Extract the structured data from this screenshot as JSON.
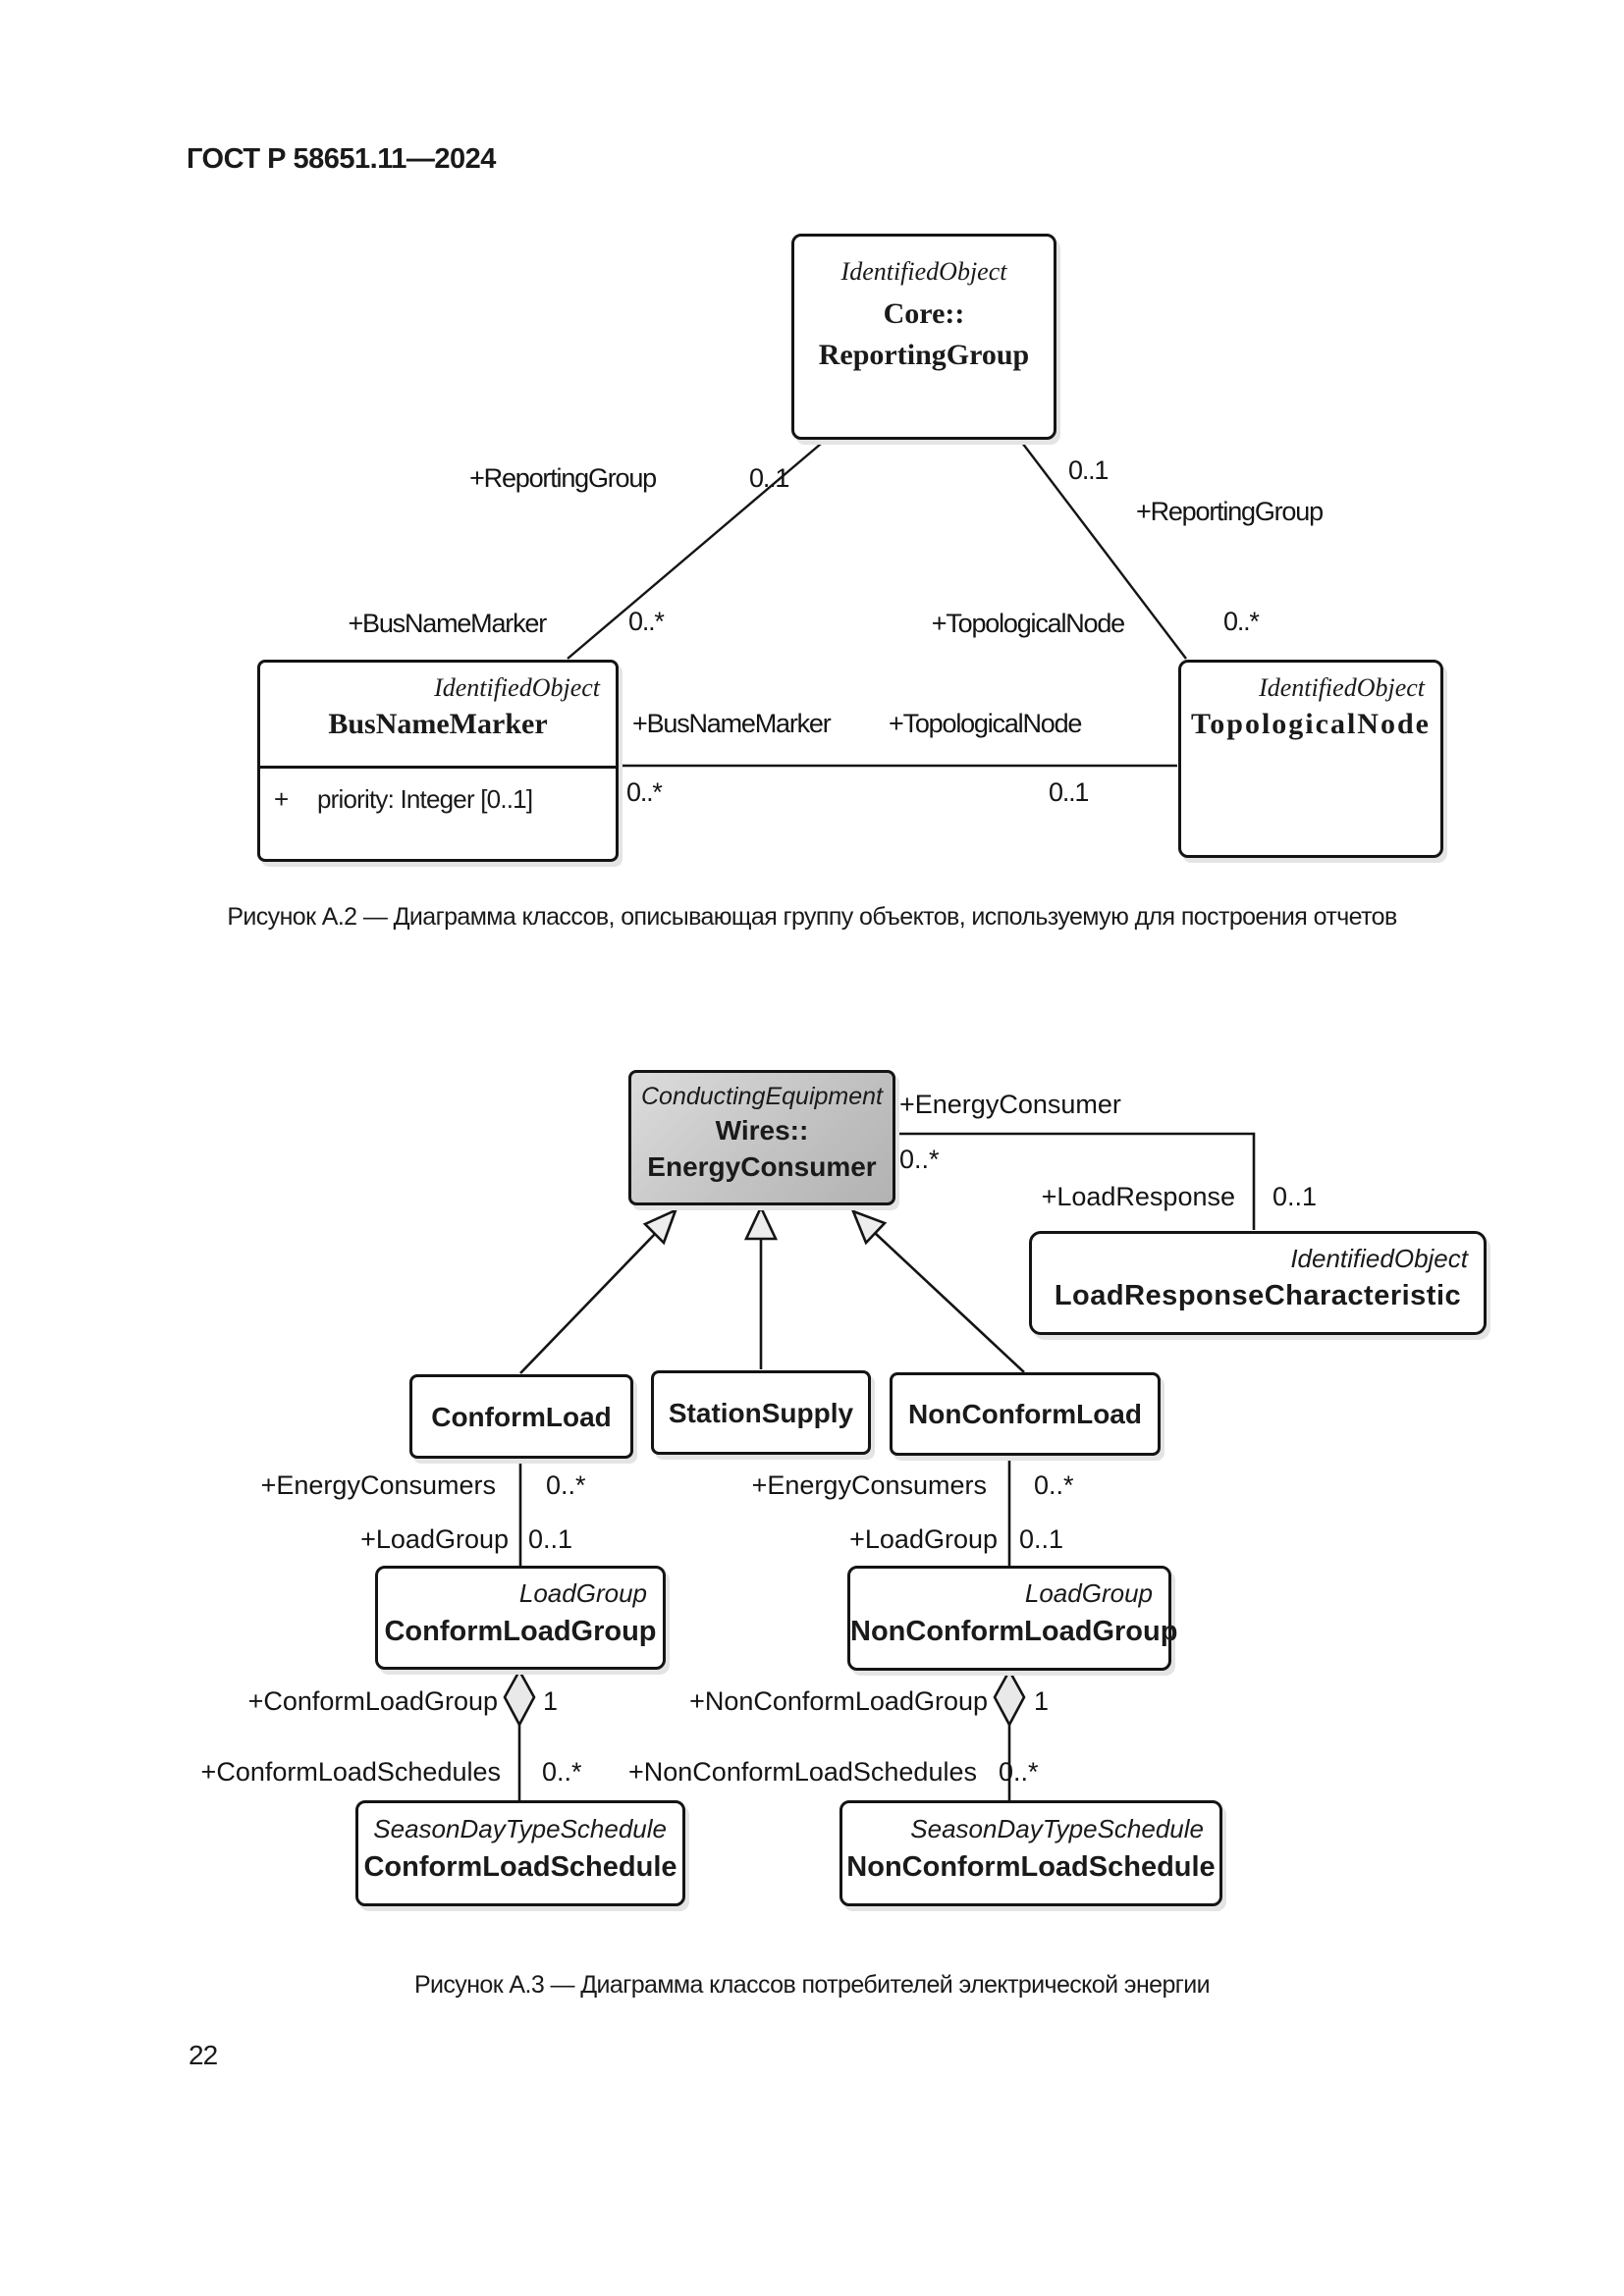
{
  "page": {
    "header": "ГОСТ Р 58651.11—2024",
    "page_number": "22"
  },
  "colors": {
    "ink": "#141414",
    "paper": "#ffffff",
    "energy_consumer_fill": "#c3c3c3",
    "aggregation_diamond_fill": "#e9e9e9",
    "generalization_triangle_fill": "#ededed",
    "box_shadow": "#e4e4e4"
  },
  "figure_a2": {
    "caption": "Рисунок А.2 — Диаграмма классов, описывающая группу объектов, используемую для построения отчетов",
    "classes": {
      "reporting_group": {
        "stereotype": "IdentifiedObject",
        "package": "Core::",
        "name": "ReportingGroup"
      },
      "bus_name_marker": {
        "stereotype": "IdentifiedObject",
        "name": "BusNameMarker",
        "attr_visibility": "+",
        "attr_text": "priority: Integer [0..1]"
      },
      "topological_node": {
        "stereotype": "IdentifiedObject",
        "name": "TopologicalNode"
      }
    },
    "labels": {
      "reporting_group_left_role": "+ReportingGroup",
      "reporting_group_left_mult": "0..1",
      "reporting_group_right_mult": "0..1",
      "reporting_group_right_role": "+ReportingGroup",
      "bus_name_marker_top_role": "+BusNameMarker",
      "bus_name_marker_top_mult": "0..*",
      "topological_node_top_role": "+TopologicalNode",
      "topological_node_top_mult": "0..*",
      "mid_left_role": "+BusNameMarker",
      "mid_right_role": "+TopologicalNode",
      "mid_left_mult": "0..*",
      "mid_right_mult": "0..1"
    }
  },
  "figure_a3": {
    "caption": "Рисунок А.3 — Диаграмма классов потребителей электрической энергии",
    "classes": {
      "energy_consumer": {
        "stereotype": "ConductingEquipment",
        "package": "Wires::",
        "name": "EnergyConsumer"
      },
      "load_response_characteristic": {
        "stereotype": "IdentifiedObject",
        "name": "LoadResponseCharacteristic"
      },
      "conform_load": {
        "name": "ConformLoad"
      },
      "station_supply": {
        "name": "StationSupply"
      },
      "non_conform_load": {
        "name": "NonConformLoad"
      },
      "conform_load_group": {
        "stereotype": "LoadGroup",
        "name": "ConformLoadGroup"
      },
      "non_conform_load_group": {
        "stereotype": "LoadGroup",
        "name": "NonConformLoadGroup"
      },
      "conform_load_schedule": {
        "stereotype": "SeasonDayTypeSchedule",
        "name": "ConformLoadSchedule"
      },
      "non_conform_load_schedule": {
        "stereotype": "SeasonDayTypeSchedule",
        "name": "NonConformLoadSchedule"
      }
    },
    "labels": {
      "energy_consumer_role": "+EnergyConsumer",
      "energy_consumer_mult": "0..*",
      "load_response_role": "+LoadResponse",
      "load_response_mult": "0..1",
      "left_energy_consumers_role": "+EnergyConsumers",
      "left_energy_consumers_mult": "0..*",
      "left_load_group_role": "+LoadGroup",
      "left_load_group_mult": "0..1",
      "right_energy_consumers_role": "+EnergyConsumers",
      "right_energy_consumers_mult": "0..*",
      "right_load_group_role": "+LoadGroup",
      "right_load_group_mult": "0..1",
      "conform_load_group_role": "+ConformLoadGroup",
      "conform_load_group_mult": "1",
      "conform_load_schedules_role": "+ConformLoadSchedules",
      "conform_load_schedules_mult": "0..*",
      "non_conform_load_group_role": "+NonConformLoadGroup",
      "non_conform_load_group_mult": "1",
      "non_conform_load_schedules_role": "+NonConformLoadSchedules",
      "non_conform_load_schedules_mult": "0..*"
    }
  }
}
